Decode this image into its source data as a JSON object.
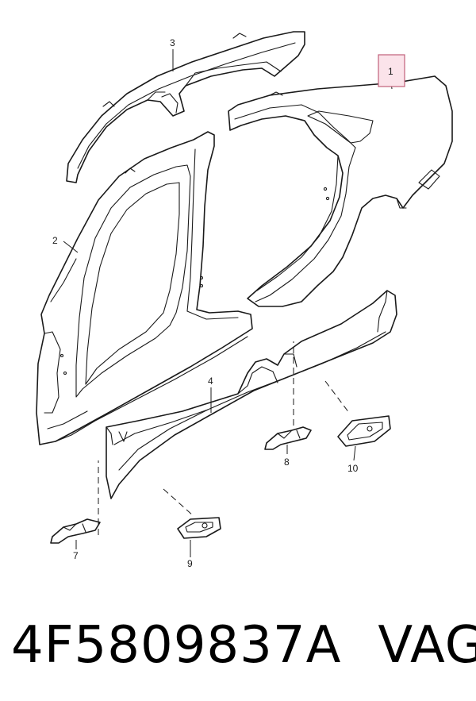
{
  "diagram": {
    "callouts": {
      "c1": "1",
      "c2": "2",
      "c3": "3",
      "c4": "4",
      "c7": "7",
      "c8": "8",
      "c9": "9",
      "c10": "10"
    },
    "highlight_color": "#fbe3ea",
    "line_color": "#1a1a1a"
  },
  "caption": {
    "part_number": "4F5809837A",
    "brand": "VAG"
  }
}
